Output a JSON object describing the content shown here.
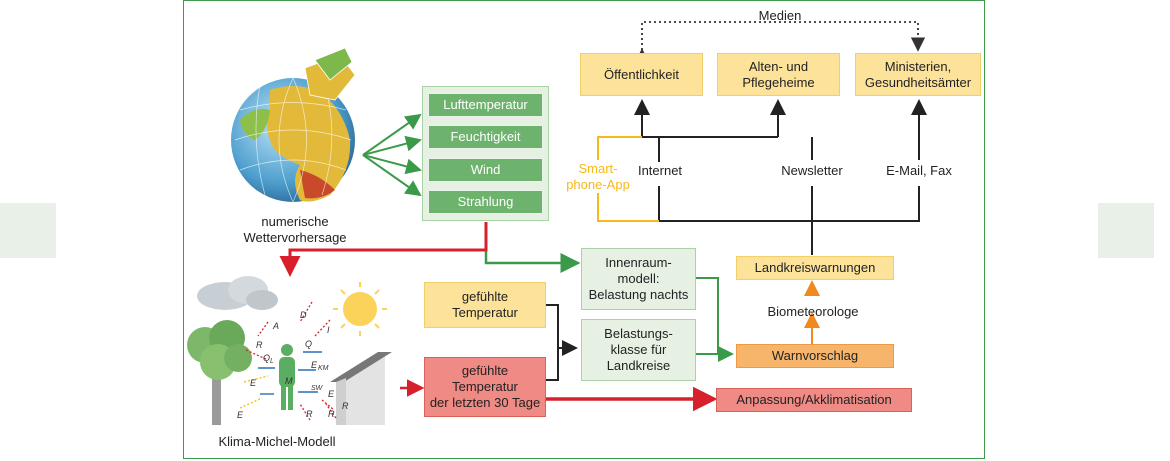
{
  "media_label": "Medien",
  "targets": [
    {
      "id": "public",
      "text": "Öffentlichkeit"
    },
    {
      "id": "care",
      "text": "Alten- und Pflegeheime"
    },
    {
      "id": "ministry",
      "text": "Ministerien, Gesundheitsämter"
    }
  ],
  "channels": {
    "smartphone": "Smart-\nphone-App",
    "internet": "Internet",
    "newsletter": "Newsletter",
    "email": "E-Mail, Fax"
  },
  "nwp": {
    "caption": "numerische\nWettervorhersage",
    "variables": [
      "Lufttemperatur",
      "Feuchtigkeit",
      "Wind",
      "Strahlung"
    ]
  },
  "klima_michel": {
    "caption": "Klima-Michel-Modell",
    "symbols": [
      "D",
      "I",
      "A",
      "R",
      "Q",
      "Q",
      "L",
      "E",
      "M",
      "KM",
      "SW",
      "E",
      "E",
      "E",
      "R",
      "R",
      "R"
    ]
  },
  "innenraum": "Innenraum-\nmodell:\nBelastung nachts",
  "gefuehlte_temp": "gefühlte\nTemperatur",
  "gefuehlte_temp_30": "gefühlte\nTemperatur\nder letzten 30 Tage",
  "belastungsklasse": "Belastungs-\nklasse für\nLandkreise",
  "warnvorschlag": "Warnvorschlag",
  "biometeorologe": "Biometeorologe",
  "landkreiswarnungen": "Landkreiswarnungen",
  "anpassung": "Anpassung/Akklimatisation",
  "colors": {
    "green": "#3a9a4a",
    "red": "#d7202c",
    "orange": "#f08a1e",
    "yellow": "#f6b81a",
    "black": "#222222"
  }
}
